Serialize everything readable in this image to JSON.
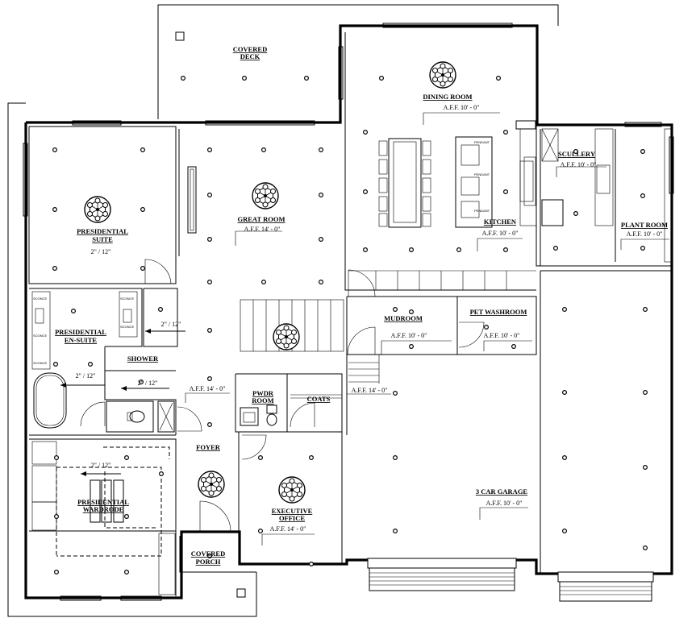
{
  "rooms": {
    "covered_deck": [
      "COVERED",
      "DECK"
    ],
    "dining_room": "DINING ROOM",
    "dining_aff": "A.F.F. 10' - 0\"",
    "presidential_suite": [
      "PRESIDENTIAL",
      "SUITE"
    ],
    "suite_slope": "2\" / 12\"",
    "great_room": "GREAT ROOM",
    "great_aff": "A.F.F. 14' - 0\"",
    "kitchen": "KITCHEN",
    "kitchen_aff": "A.F.F. 10' - 0\"",
    "scullery": "SCULLERY",
    "scullery_aff": "A.F.F. 10' - 0\"",
    "plant_room": "PLANT ROOM",
    "plant_aff": "A.F.F. 10' - 0\"",
    "en_suite": [
      "PRESIDENTIAL",
      "EN-SUITE"
    ],
    "en_suite_slope": "2\" / 12\"",
    "hall_slope": "2\" / 12\"",
    "shower": "SHOWER",
    "shower_slope": "2\" / 12\"",
    "mudroom": "MUDROOM",
    "mudroom_aff": "A.F.F. 10' - 0\"",
    "pet_washroom": "PET WASHROOM",
    "pet_aff": "A.F.F. 10' - 0\"",
    "hall_aff": "A.F.F. 14' - 0\"",
    "pwdr_room": [
      "PWDR",
      "ROOM"
    ],
    "coats": "COATS",
    "coats_aff": "A.F.F. 14' - 0\"",
    "wardrobe_slope": "2\" / 12\"",
    "wardrobe": [
      "PRESIDENTIAL",
      "WARDRODE"
    ],
    "foyer": "FOYER",
    "executive_office": [
      "EXECUTIVE",
      "OFFICE"
    ],
    "office_aff": "A.F.F. 14' - 0\"",
    "garage": "3 CAR GARAGE",
    "garage_aff": "A.F.F. 10' - 0\"",
    "covered_porch": [
      "COVERED",
      "PORCH"
    ],
    "sconce": "SCONCE",
    "pendant": "PENDANT"
  },
  "colors": {
    "line": "#000000",
    "background": "#ffffff"
  }
}
